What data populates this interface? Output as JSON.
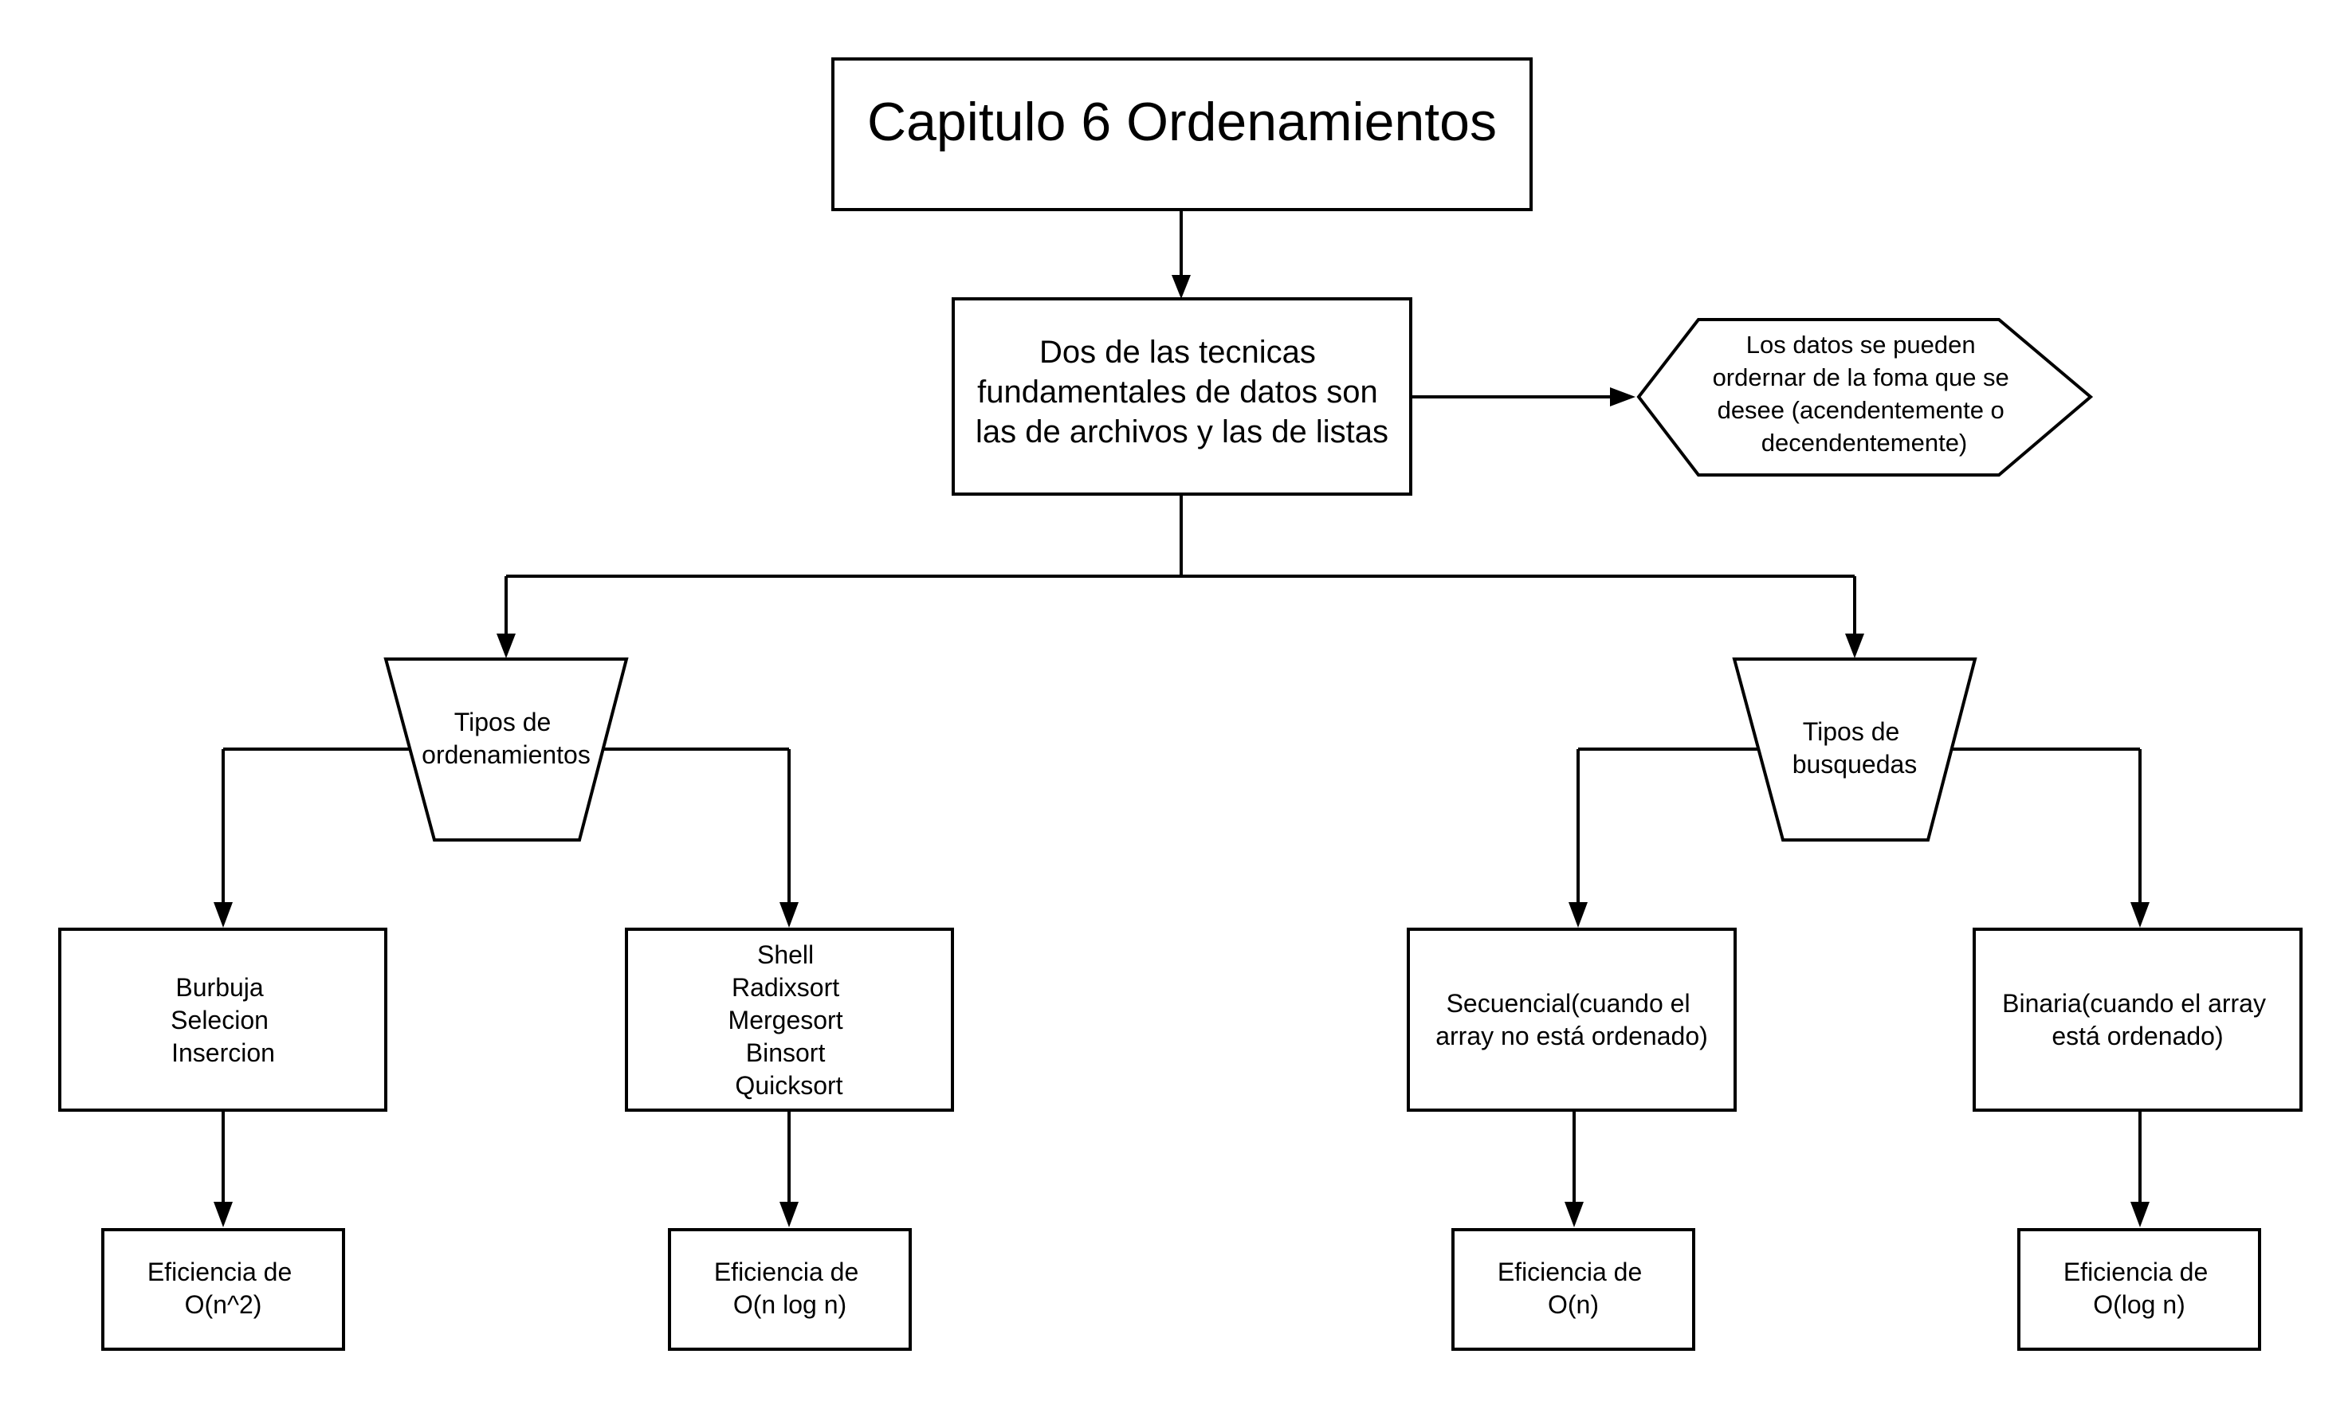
{
  "diagram": {
    "title": "Capitulo 6 Ordenamientos",
    "intro": [
      "Dos de las tecnicas",
      "fundamentales de datos son",
      "las de archivos y las de listas"
    ],
    "note": [
      "Los datos se pueden",
      "ordernar de la foma que se",
      "desee (acendentemente o",
      "decendentemente)"
    ],
    "sort_types": [
      "Tipos de",
      "ordenamientos"
    ],
    "search_types": [
      "Tipos de",
      "busquedas"
    ],
    "sort_basic": [
      "Burbuja",
      "Selecion",
      "Insercion"
    ],
    "sort_advanced": [
      "Shell",
      "Radixsort",
      "Mergesort",
      "Binsort",
      "Quicksort"
    ],
    "search_sequential": [
      "Secuencial(cuando el",
      "array no está ordenado)"
    ],
    "search_binary": [
      "Binaria(cuando el array",
      "está ordenado)"
    ],
    "eff_basic": [
      "Eficiencia de",
      "O(n^2)"
    ],
    "eff_advanced": [
      "Eficiencia de",
      "O(n log n)"
    ],
    "eff_sequential": [
      "Eficiencia de",
      "O(n)"
    ],
    "eff_binary": [
      "Eficiencia de",
      "O(log n)"
    ]
  }
}
